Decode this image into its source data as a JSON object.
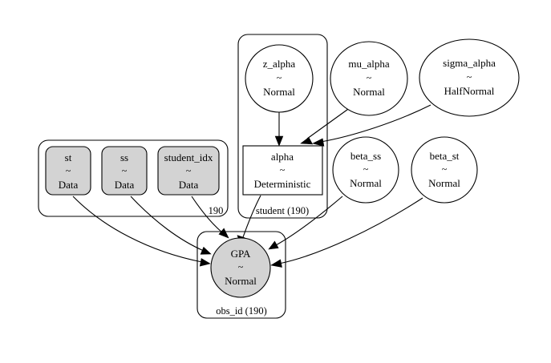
{
  "diagram": {
    "kind": "probabilistic-graphical-model",
    "background_color": "#ffffff",
    "observed_fill": "#d3d3d3",
    "unobserved_fill": "#ffffff",
    "stroke_color": "#000000"
  },
  "nodes": {
    "z_alpha": {
      "name": "z_alpha",
      "tilde": "~",
      "dist": "Normal",
      "shape": "ellipse",
      "observed": false
    },
    "mu_alpha": {
      "name": "mu_alpha",
      "tilde": "~",
      "dist": "Normal",
      "shape": "ellipse",
      "observed": false
    },
    "sigma_alpha": {
      "name": "sigma_alpha",
      "tilde": "~",
      "dist": "HalfNormal",
      "shape": "ellipse",
      "observed": false
    },
    "alpha": {
      "name": "alpha",
      "tilde": "~",
      "dist": "Deterministic",
      "shape": "rectangle",
      "observed": false
    },
    "beta_ss": {
      "name": "beta_ss",
      "tilde": "~",
      "dist": "Normal",
      "shape": "ellipse",
      "observed": false
    },
    "beta_st": {
      "name": "beta_st",
      "tilde": "~",
      "dist": "Normal",
      "shape": "ellipse",
      "observed": false
    },
    "st": {
      "name": "st",
      "tilde": "~",
      "dist": "Data",
      "shape": "rounded-rectangle",
      "observed": true
    },
    "ss": {
      "name": "ss",
      "tilde": "~",
      "dist": "Data",
      "shape": "rounded-rectangle",
      "observed": true
    },
    "student_idx": {
      "name": "student_idx",
      "tilde": "~",
      "dist": "Data",
      "shape": "rounded-rectangle",
      "observed": true
    },
    "GPA": {
      "name": "GPA",
      "tilde": "~",
      "dist": "Normal",
      "shape": "ellipse",
      "observed": true
    }
  },
  "plates": {
    "data": {
      "label": "190"
    },
    "student": {
      "label": "student (190)"
    },
    "obs": {
      "label": "obs_id (190)"
    }
  },
  "edges": [
    {
      "from": "z_alpha",
      "to": "alpha"
    },
    {
      "from": "mu_alpha",
      "to": "alpha"
    },
    {
      "from": "sigma_alpha",
      "to": "alpha"
    },
    {
      "from": "alpha",
      "to": "GPA"
    },
    {
      "from": "st",
      "to": "GPA"
    },
    {
      "from": "ss",
      "to": "GPA"
    },
    {
      "from": "student_idx",
      "to": "GPA"
    },
    {
      "from": "beta_ss",
      "to": "GPA"
    },
    {
      "from": "beta_st",
      "to": "GPA"
    }
  ]
}
